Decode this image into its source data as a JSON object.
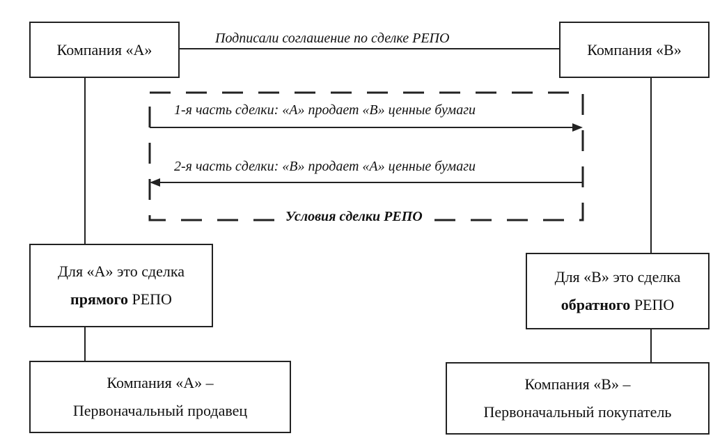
{
  "company_a": "Компания «А»",
  "company_b": "Компания «В»",
  "agreement": "Подписали соглашение по сделке РЕПО",
  "part1": "1-я часть сделки: «А» продает «В» ценные бумаги",
  "part2": "2-я часть сделки: «В» продает «А» ценные бумаги",
  "conditions": "Условия сделки РЕПО",
  "a_deal": {
    "line1": "Для «А» это сделка",
    "bold": "прямого",
    "rest": " РЕПО"
  },
  "b_deal": {
    "line1": "Для «В» это сделка",
    "bold": "обратного",
    "rest": " РЕПО"
  },
  "a_role": {
    "line1": "Компания «А» –",
    "line2": "Первоначальный продавец"
  },
  "b_role": {
    "line1": "Компания «В» –",
    "line2": "Первоначальный покупатель"
  }
}
